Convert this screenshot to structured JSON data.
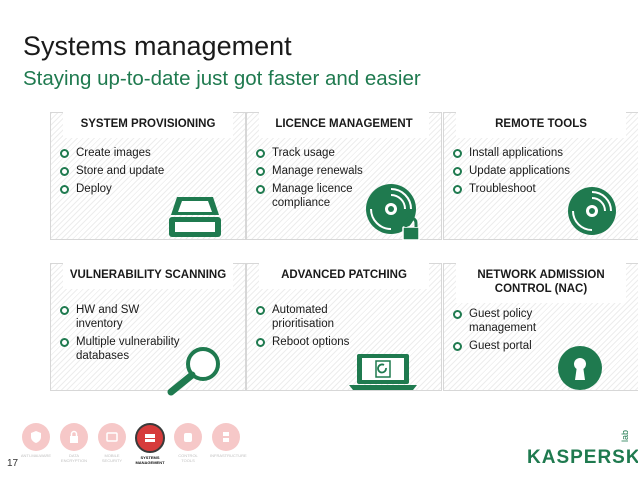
{
  "title": "Systems management",
  "subtitle": "Staying up-to-date just got faster and easier",
  "cards": [
    {
      "heading": "SYSTEM PROVISIONING",
      "items": [
        "Create images",
        "Store and update",
        "Deploy"
      ]
    },
    {
      "heading": "LICENCE MANAGEMENT",
      "items": [
        "Track usage",
        "Manage renewals",
        "Manage licence compliance"
      ]
    },
    {
      "heading": "REMOTE TOOLS",
      "items": [
        "Install applications",
        "Update applications",
        "Troubleshoot"
      ]
    },
    {
      "heading": "VULNERABILITY SCANNING",
      "items": [
        "HW and SW inventory",
        "Multiple vulnerability databases"
      ]
    },
    {
      "heading": "ADVANCED PATCHING",
      "items": [
        "Automated prioritisation",
        "Reboot options"
      ]
    },
    {
      "heading": "NETWORK ADMISSION CONTROL (NAC)",
      "items": [
        "Guest policy management",
        "Guest portal"
      ]
    }
  ],
  "nav": [
    {
      "label": "ANTI-MALWARE",
      "icon": "shield-icon",
      "active": false
    },
    {
      "label": "DATA ENCRYPTION",
      "icon": "lock-icon",
      "active": false
    },
    {
      "label": "MOBILE SECURITY",
      "icon": "mobile-icon",
      "active": false
    },
    {
      "label": "SYSTEMS MANAGEMENT",
      "icon": "systems-icon",
      "active": true
    },
    {
      "label": "CONTROL TOOLS",
      "icon": "hand-icon",
      "active": false
    },
    {
      "label": "INFRASTRUCTURE",
      "icon": "server-icon",
      "active": false
    }
  ],
  "page_number": "17",
  "logo_text": "KASPERSKY",
  "logo_suffix": "lab",
  "colors": {
    "accent": "#1f7a4f",
    "nav_inactive": "#f6c8c8",
    "nav_active": "#d63b3b"
  }
}
